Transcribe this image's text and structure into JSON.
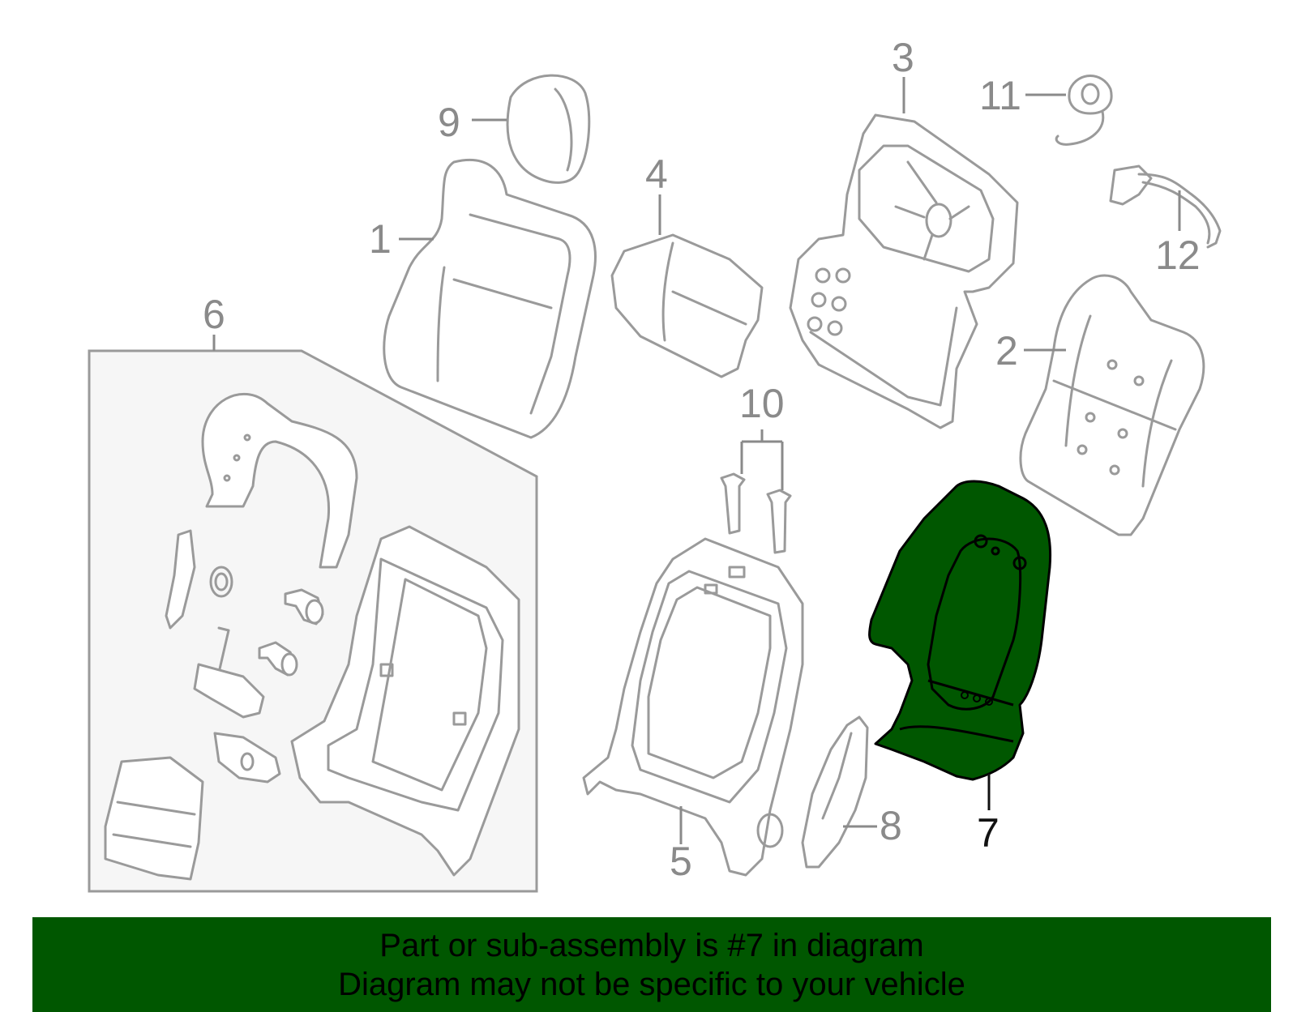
{
  "colors": {
    "highlight": "#005700",
    "part_outline": "#9a9a9a",
    "group_box_fill": "#f6f6f6",
    "callout_text": "#8a8a8a",
    "active_callout_text": "#111111"
  },
  "callouts": {
    "c1": "1",
    "c2": "2",
    "c3": "3",
    "c4": "4",
    "c5": "5",
    "c6": "6",
    "c7": "7",
    "c8": "8",
    "c9": "9",
    "c10": "10",
    "c11": "11",
    "c12": "12"
  },
  "highlighted_part": "7",
  "banner": {
    "line1": "Part or sub-assembly is #7 in diagram",
    "line2": "Diagram may not be specific to your vehicle"
  }
}
